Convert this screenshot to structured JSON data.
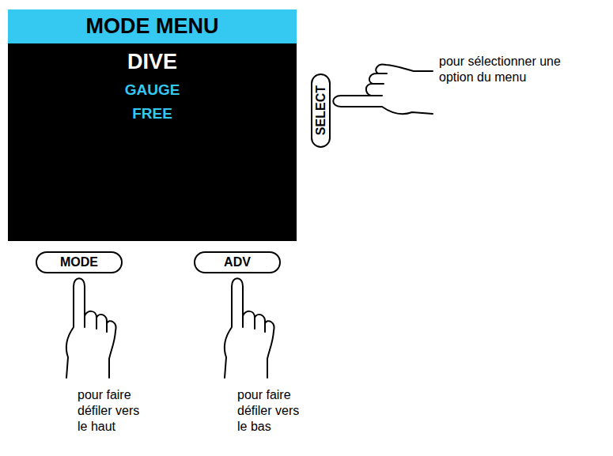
{
  "diagram": {
    "nodes": [
      {
        "text": [
          "MODE MENU",
          "DIVE",
          "GAUGE",
          "FREE"
        ]
      },
      {
        "text": [
          "SELECT"
        ]
      },
      {
        "text": [
          "MODE"
        ]
      },
      {
        "text": [
          "ADV"
        ]
      }
    ],
    "labels": [
      "pour sélectionner une option du menu",
      "pour faire défiler vers le haut",
      "pour faire défiler vers le bas"
    ]
  }
}
